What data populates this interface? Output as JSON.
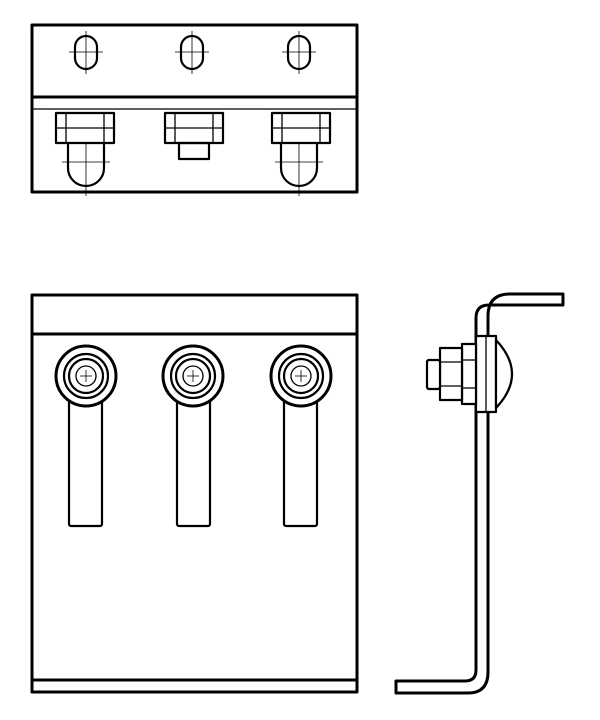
{
  "drawing": {
    "type": "orthographic-views",
    "views": [
      "top-view",
      "front-view",
      "side-view"
    ],
    "bolt_count": 3,
    "line_color": "#000000",
    "background": "#ffffff"
  }
}
